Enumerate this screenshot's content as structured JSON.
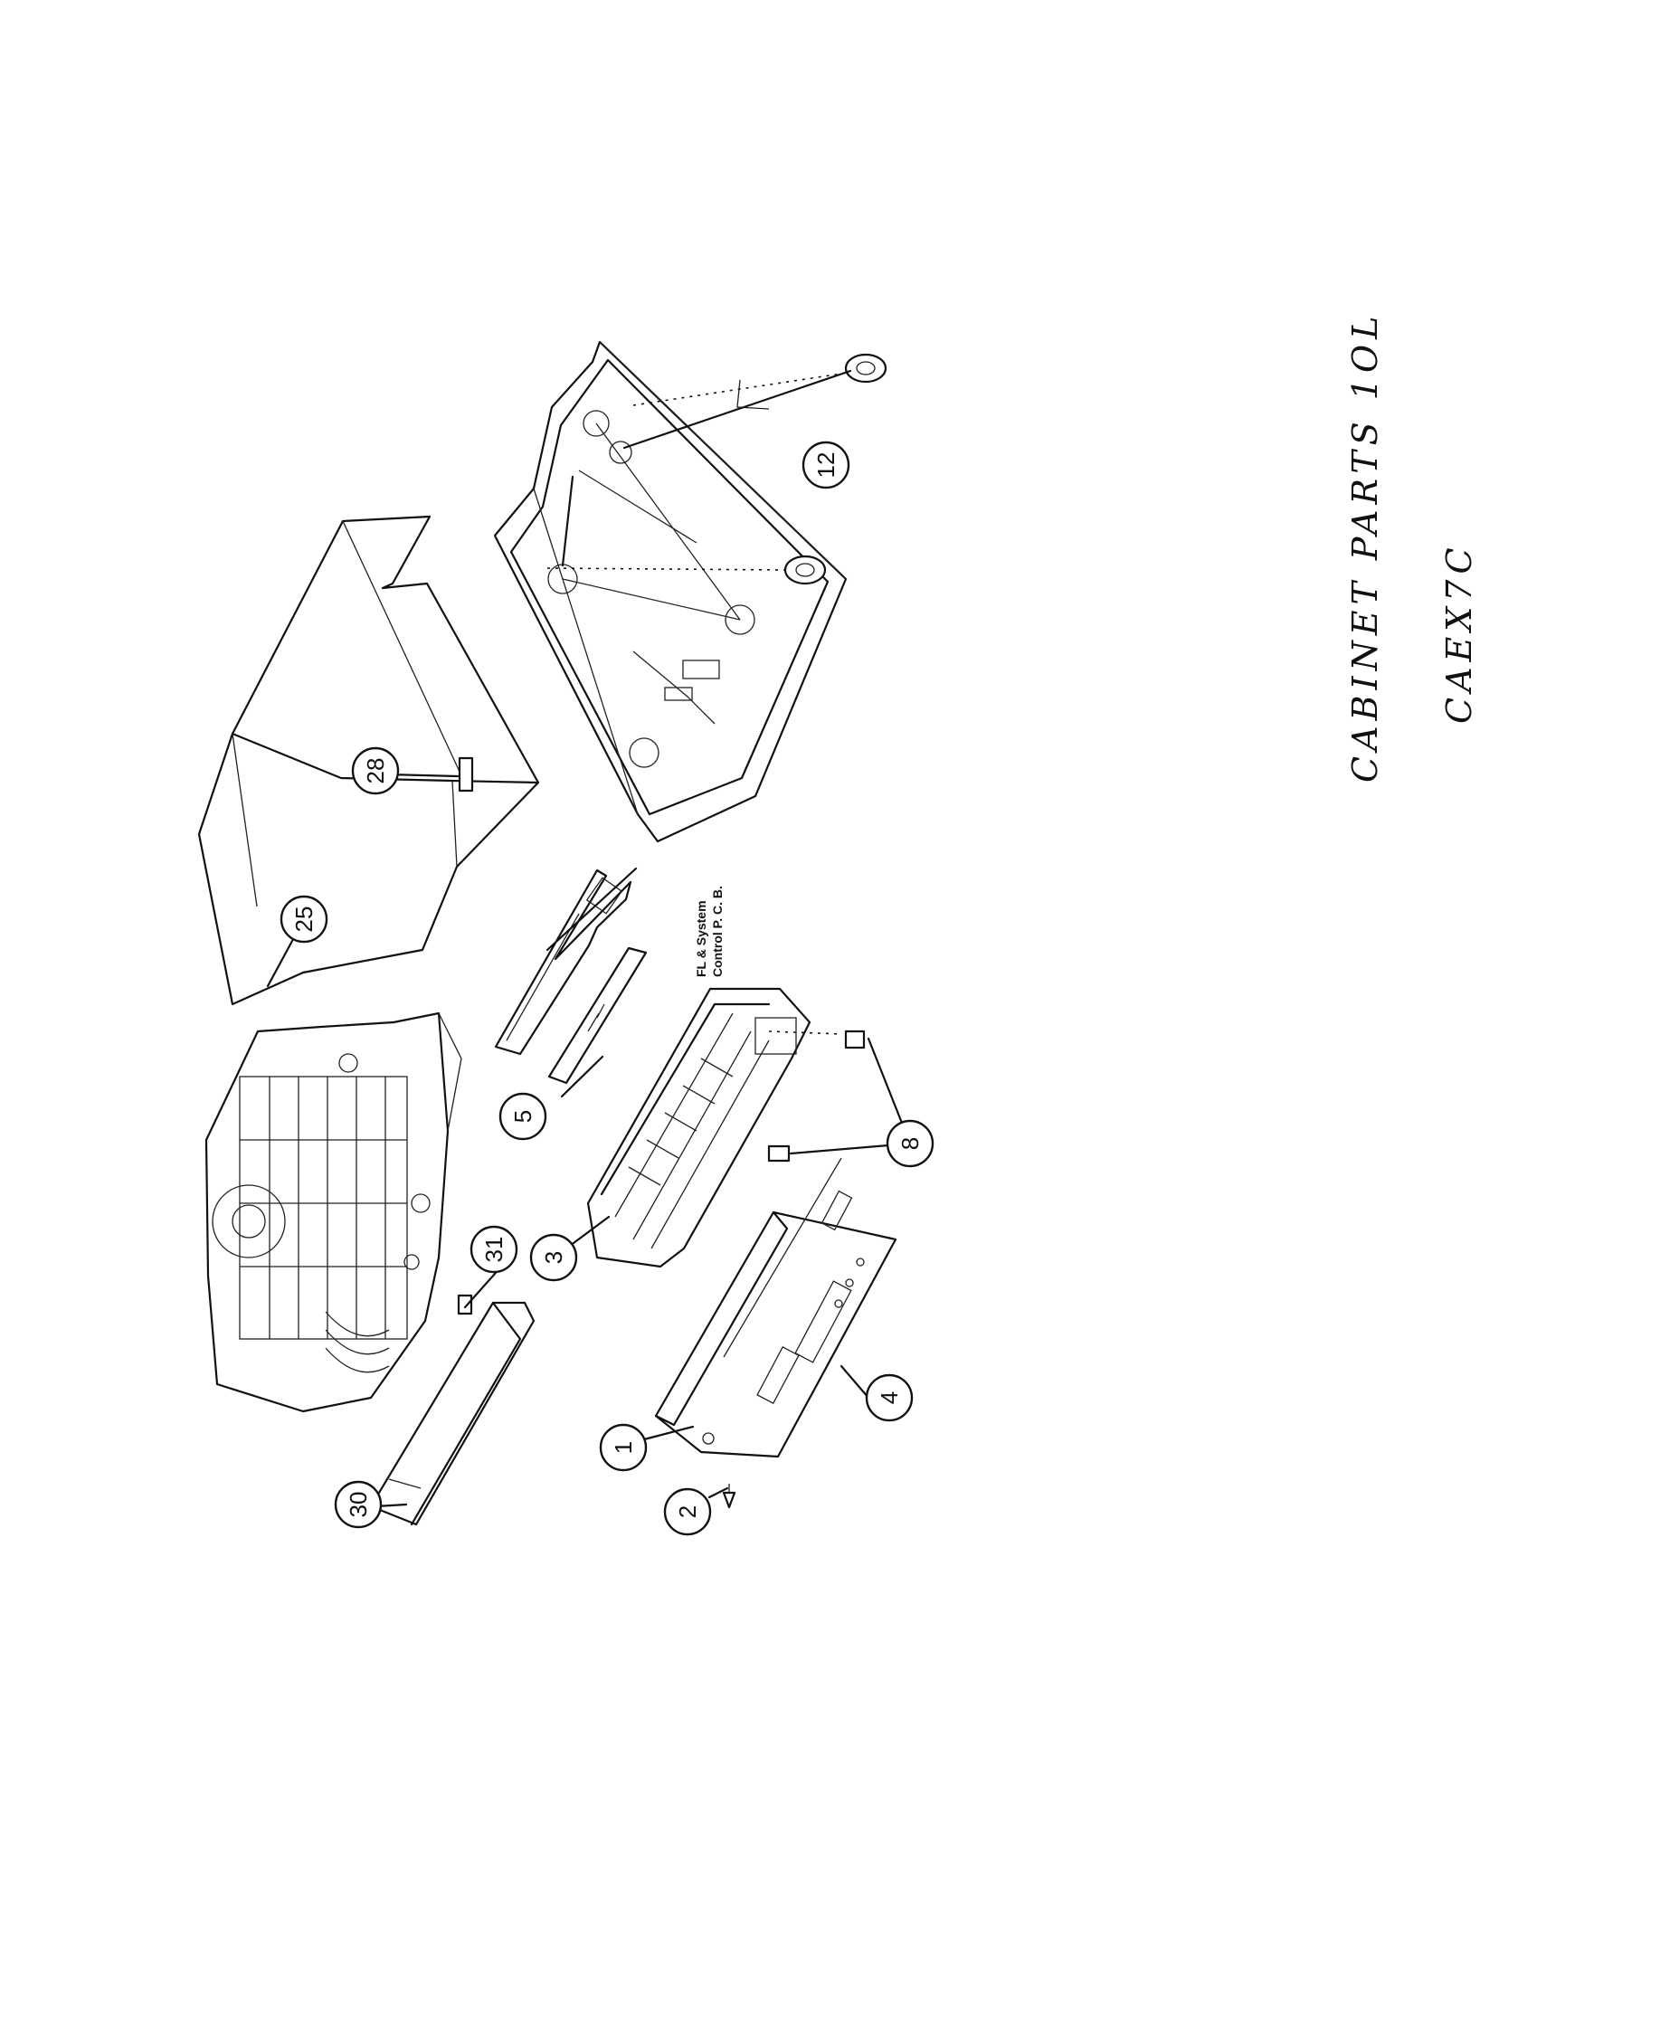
{
  "callouts": [
    {
      "id": "c25",
      "label": "25"
    },
    {
      "id": "c28",
      "label": "28"
    },
    {
      "id": "c12",
      "label": "12"
    },
    {
      "id": "c5",
      "label": "5"
    },
    {
      "id": "c3",
      "label": "3"
    },
    {
      "id": "c8",
      "label": "8"
    },
    {
      "id": "c31",
      "label": "31"
    },
    {
      "id": "c30",
      "label": "30"
    },
    {
      "id": "c1",
      "label": "1"
    },
    {
      "id": "c2",
      "label": "2"
    },
    {
      "id": "c4",
      "label": "4"
    }
  ],
  "pcb_label": {
    "line1": "FL & System",
    "line2": "Control P. C. B."
  },
  "handwritten": {
    "title": "CABINET PARTS 1OL",
    "code": "CAEX7C"
  }
}
